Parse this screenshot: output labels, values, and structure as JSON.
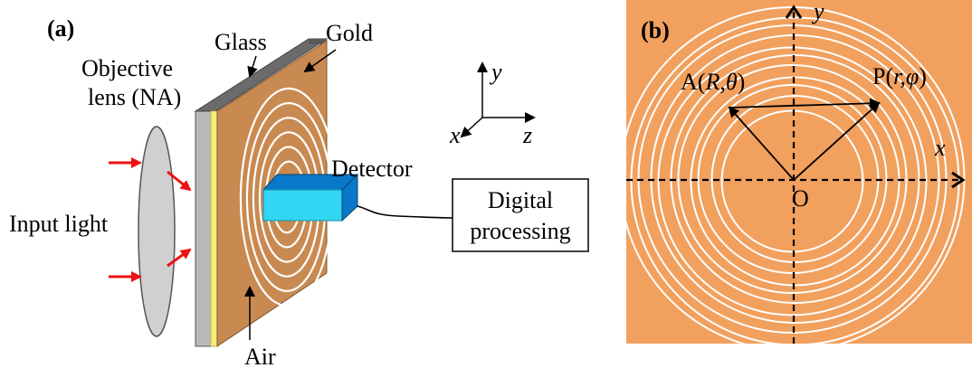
{
  "panel_a": {
    "panel_label": "(a)",
    "glass_label": "Glass",
    "gold_label": "Gold",
    "objective_label_line1": "Objective",
    "objective_label_line2": "lens (NA)",
    "input_light_label": "Input light",
    "detector_label": "Detector",
    "processing_label_line1": "Digital",
    "processing_label_line2": "processing",
    "air_label": "Air",
    "axis_x": "x",
    "axis_y": "y",
    "axis_z": "z"
  },
  "panel_b": {
    "panel_label": "(b)",
    "point_a_label": "A(",
    "point_a_vars": "R,θ",
    "point_a_close": ")",
    "point_p_label": "P(",
    "point_p_vars": "r,φ",
    "point_p_close": ")",
    "origin_label": "O",
    "axis_x": "x",
    "axis_y": "y"
  },
  "colors": {
    "gold_face": "#c98a52",
    "gold_panel_b": "#f2a05e",
    "glass_top": "#6b6b6b",
    "glass_side": "#b9b9b9",
    "lens": "#d0d0d0",
    "arrow_red": "#ee1111",
    "detector_top": "#0a78c8",
    "detector_front": "#33d6f2"
  }
}
